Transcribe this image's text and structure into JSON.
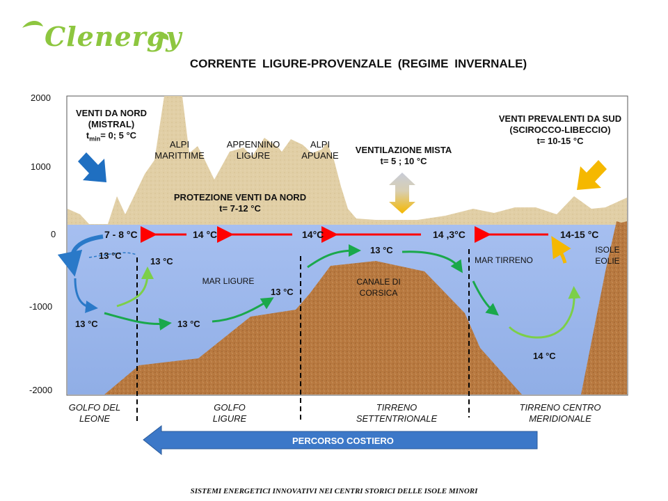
{
  "logo": {
    "text": "Clenergy"
  },
  "title": "CORRENTE  LIGURE-PROVENZALE  (REGIME  INVERNALE)",
  "axis": {
    "y2000": "2000",
    "y1000": "1000",
    "y0": "0",
    "ym1000": "-1000",
    "ym2000": "-2000"
  },
  "labels": {
    "venti_nord_1": "VENTI DA NORD",
    "venti_nord_2": "(MISTRAL)",
    "venti_nord_t": "t",
    "venti_nord_sub": "min",
    "venti_nord_tval": "= 0; 5 °C",
    "alpi_marittime": "ALPI MARITTIME",
    "appennino": "APPENNINO LIGURE",
    "alpi_apuane": "ALPI APUANE",
    "ventilazione": "VENTILAZIONE  MISTA",
    "ventilazione_t": "t= 5 ; 10 °C",
    "venti_sud_1": "VENTI PREVALENTI DA SUD",
    "venti_sud_2": "(SCIROCCO-LIBECCIO)",
    "venti_sud_t": "t= 10-15 °C",
    "protezione": "PROTEZIONE VENTI DA NORD",
    "protezione_t": "t= 7-12 °C",
    "mar_ligure": "MAR  LIGURE",
    "canale": "CANALE DI CORSICA",
    "mar_tirreno": "MAR TIRRENO",
    "isole_eolie": "ISOLE EOLIE"
  },
  "temps": {
    "t1": "7 - 8 °C",
    "t2": "14 °C",
    "t3": "14°C",
    "t4": "14 ,3°C",
    "t5": "14-15 °C",
    "t6": "13 °C",
    "t7": "13 °C",
    "t8": "13 °C",
    "t9": "13 °C",
    "t10": "13 °C",
    "t11": "13 °C",
    "t12": "14 °C"
  },
  "regions": {
    "r1": "GOLFO DEL LEONE",
    "r2": "GOLFO LIGURE",
    "r3": "TIRRENO SETTENTRIONALE",
    "r4": "TIRRENO CENTRO MERIDIONALE"
  },
  "route": "PERCORSO  COSTIERO",
  "footer": "SISTEMI ENERGETICI INNOVATIVI NEI CENTRI STORICI DELLE ISOLE MINORI",
  "colors": {
    "sea": "#a9c3ea",
    "land": "#e1cfa6",
    "seabed": "#b87845",
    "warm": "#ff0000",
    "green": "#1aa84b",
    "blue_arrow": "#1f6fc1",
    "yellow_arrow": "#f5b800"
  }
}
